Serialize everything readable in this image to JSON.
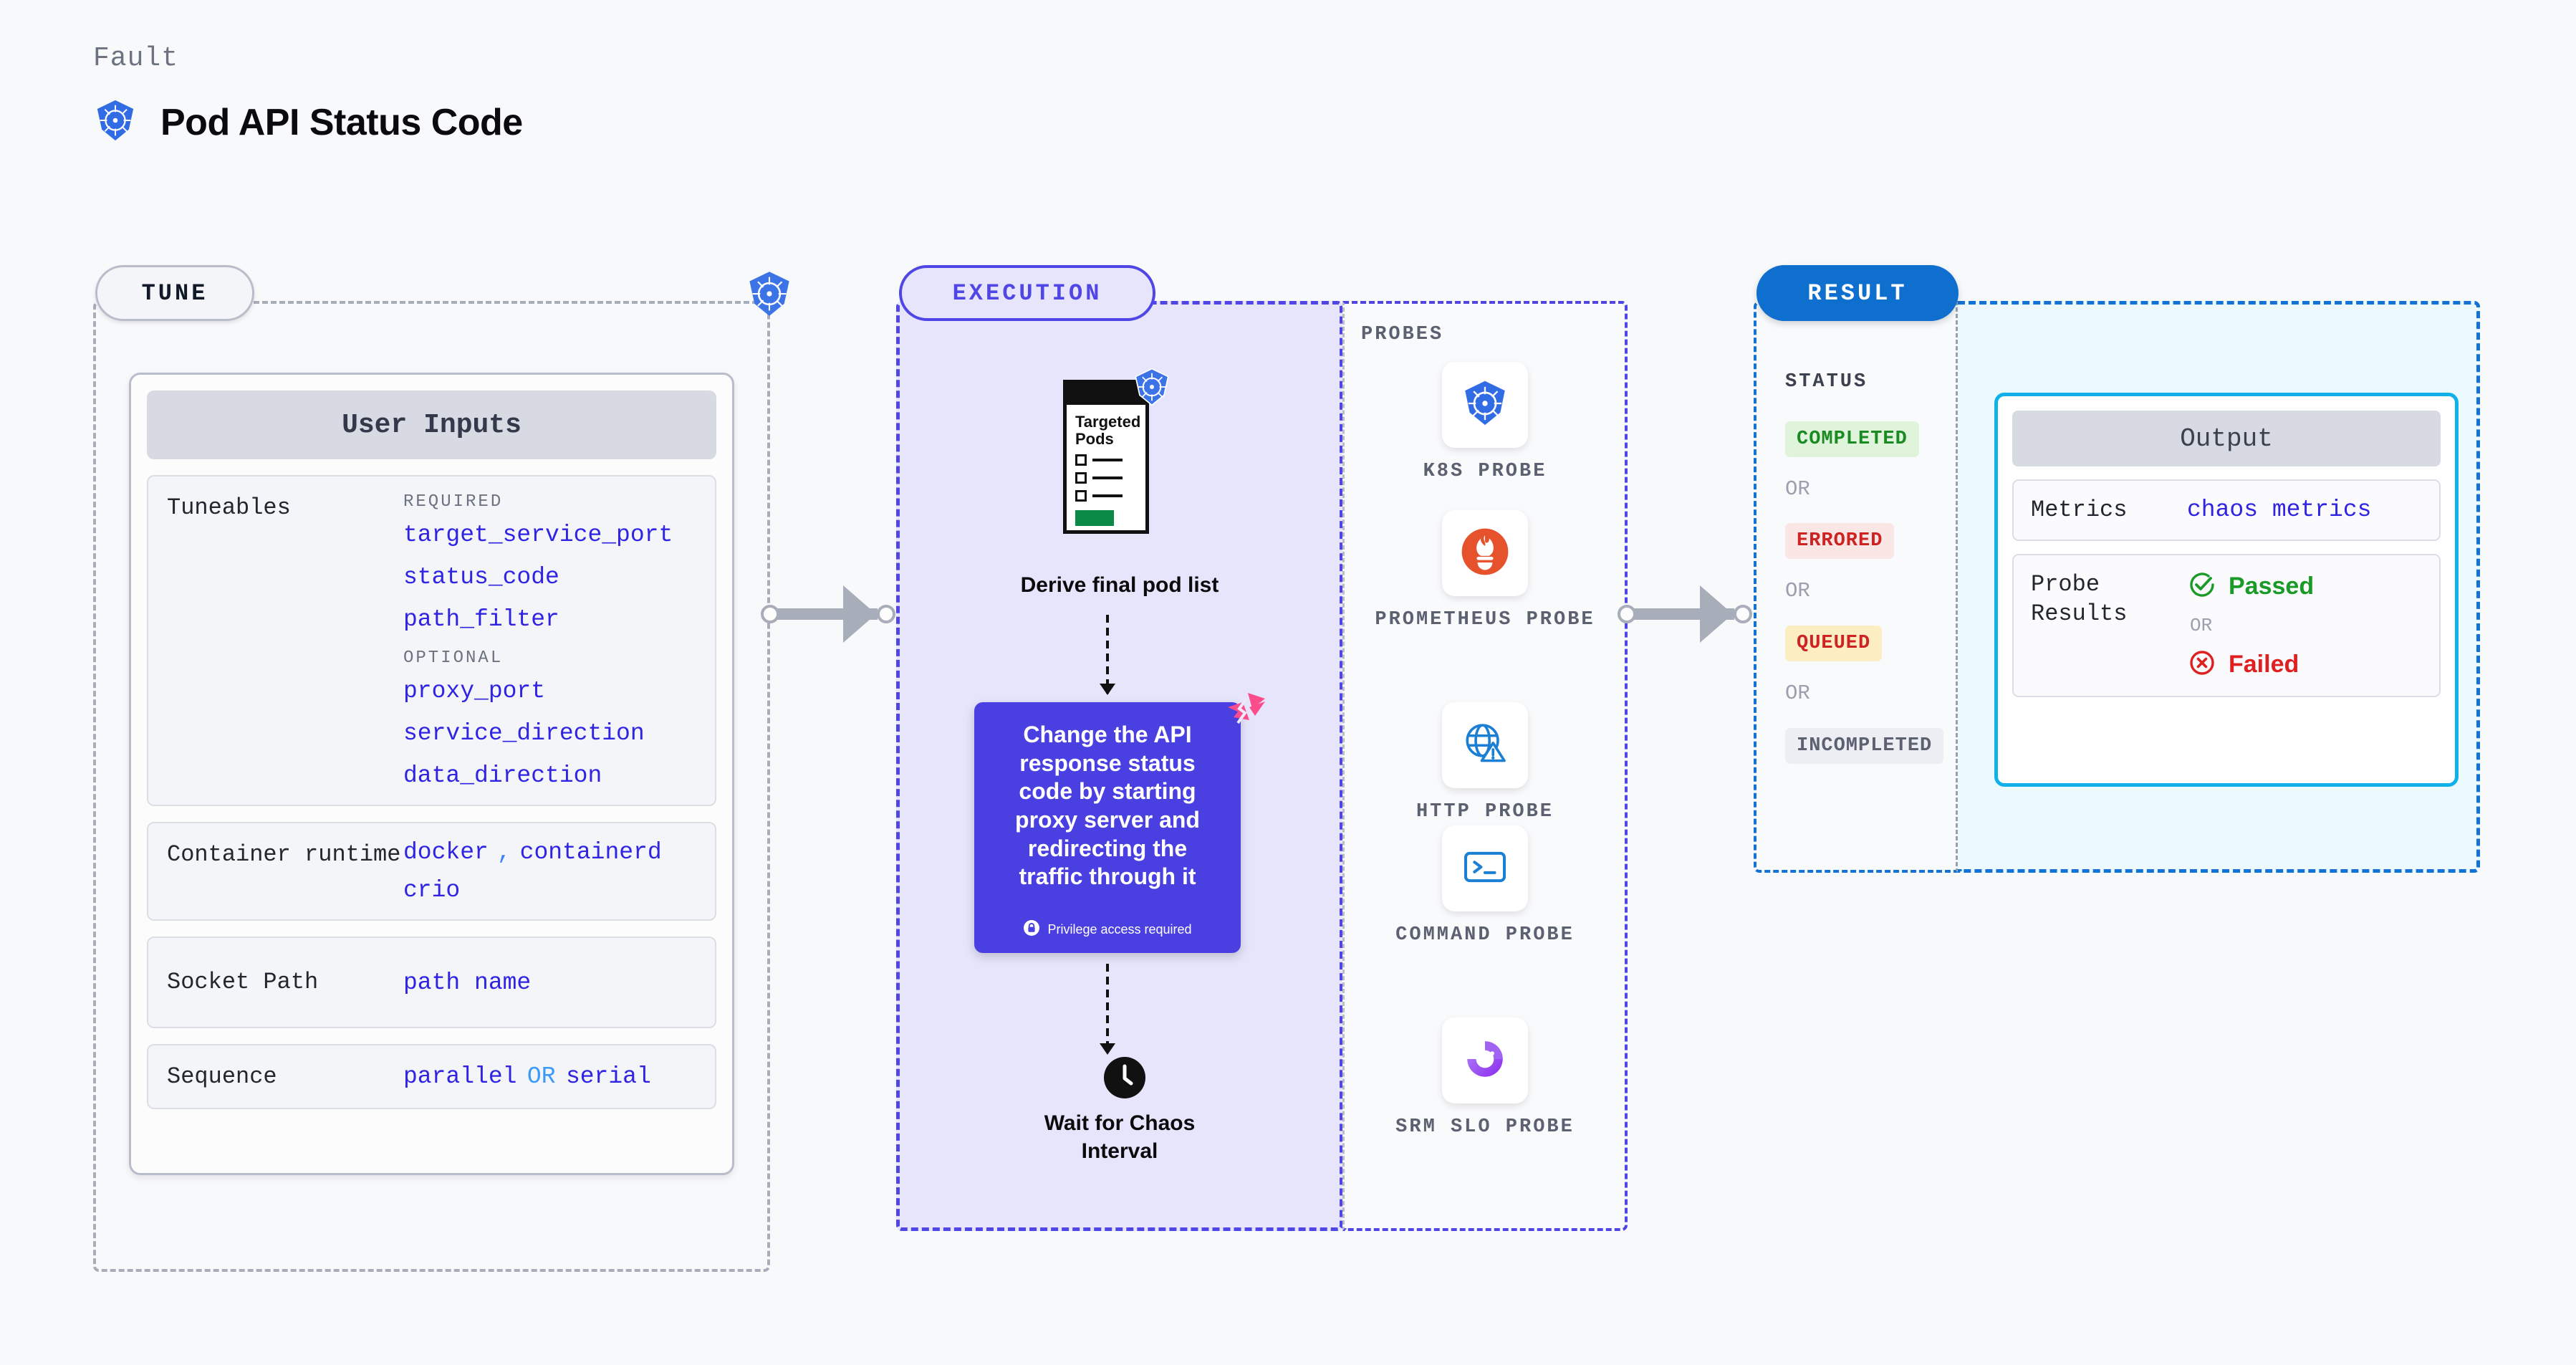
{
  "header": {
    "eyebrow": "Fault",
    "title": "Pod API Status Code",
    "icon": "kubernetes-icon"
  },
  "tune": {
    "pill_label": "TUNE",
    "badge_icon": "kubernetes-icon",
    "card_header": "User Inputs",
    "sections": [
      {
        "label": "Tuneables",
        "groups": [
          {
            "caption": "REQUIRED",
            "items": [
              "target_service_port",
              "status_code",
              "path_filter"
            ]
          },
          {
            "caption": "OPTIONAL",
            "items": [
              "proxy_port",
              "service_direction",
              "data_direction"
            ]
          }
        ]
      },
      {
        "label": "Container runtime",
        "values_line1": "docker",
        "separator": ",",
        "values_line1b": "containerd",
        "values_line2": "crio"
      },
      {
        "label": "Socket Path",
        "value": "path name"
      },
      {
        "label": "Sequence",
        "value_a": "parallel",
        "or": "OR",
        "value_b": "serial"
      }
    ]
  },
  "execution": {
    "pill_label": "EXECUTION",
    "pod_card": {
      "title_line1": "Targeted",
      "title_line2": "Pods",
      "badge_icon": "kubernetes-icon"
    },
    "derive_label": "Derive final pod list",
    "action_card": {
      "text": "Change the API response status code by starting proxy server and redirecting the traffic through it",
      "privilege_note": "Privilege access required",
      "privilege_icon": "lock-icon",
      "ribbon_icon": "harness-logo-icon",
      "color": "#4a3fe0"
    },
    "wait_step": {
      "icon": "clock-icon",
      "label_line1": "Wait for Chaos",
      "label_line2": "Interval"
    }
  },
  "probes": {
    "title": "PROBES",
    "items": [
      {
        "name": "K8S PROBE",
        "icon": "kubernetes-icon"
      },
      {
        "name": "PROMETHEUS PROBE",
        "icon": "prometheus-icon"
      },
      {
        "name": "HTTP PROBE",
        "icon": "http-globe-warning-icon"
      },
      {
        "name": "COMMAND PROBE",
        "icon": "terminal-icon"
      },
      {
        "name": "SRM SLO PROBE",
        "icon": "srm-slo-donut-check-icon"
      }
    ]
  },
  "result": {
    "pill_label": "RESULT",
    "status_title": "STATUS",
    "or_label": "OR",
    "statuses": [
      {
        "label": "COMPLETED",
        "color": "#1a8a22",
        "bg": "#dff4db"
      },
      {
        "label": "ERRORED",
        "color": "#cf2222",
        "bg": "#fbe6e6"
      },
      {
        "label": "QUEUED",
        "color": "#cf2222",
        "bg": "#fcedc2"
      },
      {
        "label": "INCOMPLETED",
        "color": "#5b6170",
        "bg": "#eceef4"
      }
    ],
    "output": {
      "header": "Output",
      "metrics_label": "Metrics",
      "metrics_value": "chaos metrics",
      "probe_results_label": "Probe Results",
      "passed_label": "Passed",
      "passed_icon": "check-circle-icon",
      "failed_label": "Failed",
      "failed_icon": "x-circle-icon",
      "or_label": "OR"
    }
  }
}
